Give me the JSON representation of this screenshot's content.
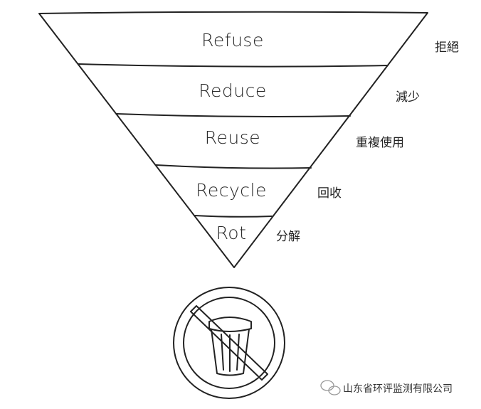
{
  "pyramid": {
    "levels": [
      {
        "en": "Refuse",
        "zh": "拒絕"
      },
      {
        "en": "Reduce",
        "zh": "減少"
      },
      {
        "en": "Reuse",
        "zh": "重複使用"
      },
      {
        "en": "Recycle",
        "zh": "回收"
      },
      {
        "en": "Rot",
        "zh": "分解"
      }
    ]
  },
  "watermark": {
    "text": "山东省环评监测有限公司",
    "icon": "wechat-icon"
  }
}
